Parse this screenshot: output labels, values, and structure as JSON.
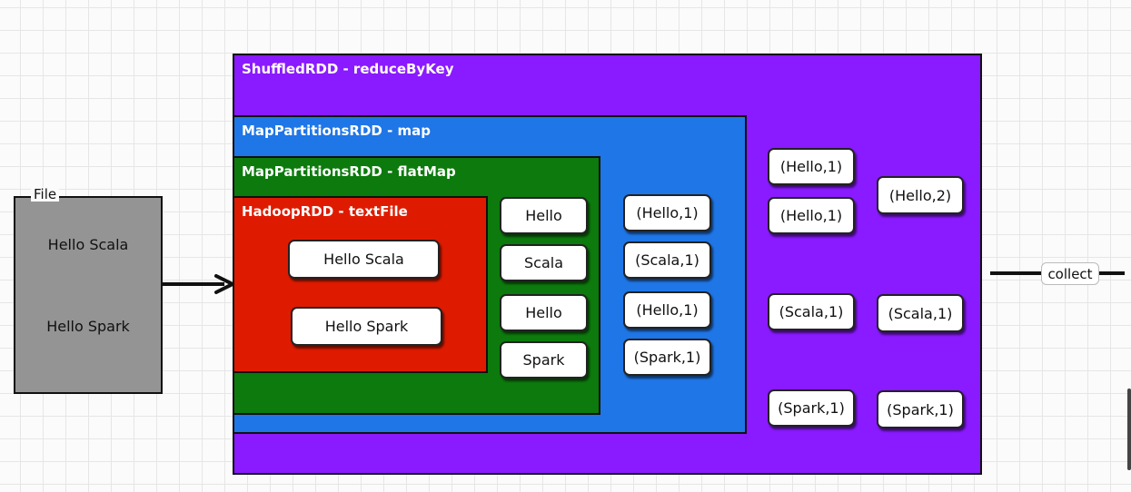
{
  "file": {
    "label": "File",
    "lines": [
      "Hello Scala",
      "Hello Spark"
    ]
  },
  "shuffled": {
    "title": "ShuffledRDD - reduceByKey",
    "pairs_left": [
      "(Hello,1)",
      "(Hello,1)",
      "(Scala,1)",
      "(Spark,1)"
    ],
    "pairs_right": [
      "(Hello,2)",
      "(Scala,1)",
      "(Spark,1)"
    ]
  },
  "map": {
    "title": "MapPartitionsRDD - map",
    "pairs": [
      "(Hello,1)",
      "(Scala,1)",
      "(Hello,1)",
      "(Spark,1)"
    ]
  },
  "flatmap": {
    "title": "MapPartitionsRDD - flatMap",
    "words": [
      "Hello",
      "Scala",
      "Hello",
      "Spark"
    ]
  },
  "hadoop": {
    "title": "HadoopRDD - textFile",
    "lines": [
      "Hello Scala",
      "Hello Spark"
    ]
  },
  "collect": {
    "label": "collect"
  },
  "colors": {
    "shuffled": "#8a1aff",
    "map": "#1f76e6",
    "flatmap": "#0c7a0c",
    "hadoop": "#de1b00",
    "file": "#949494"
  }
}
